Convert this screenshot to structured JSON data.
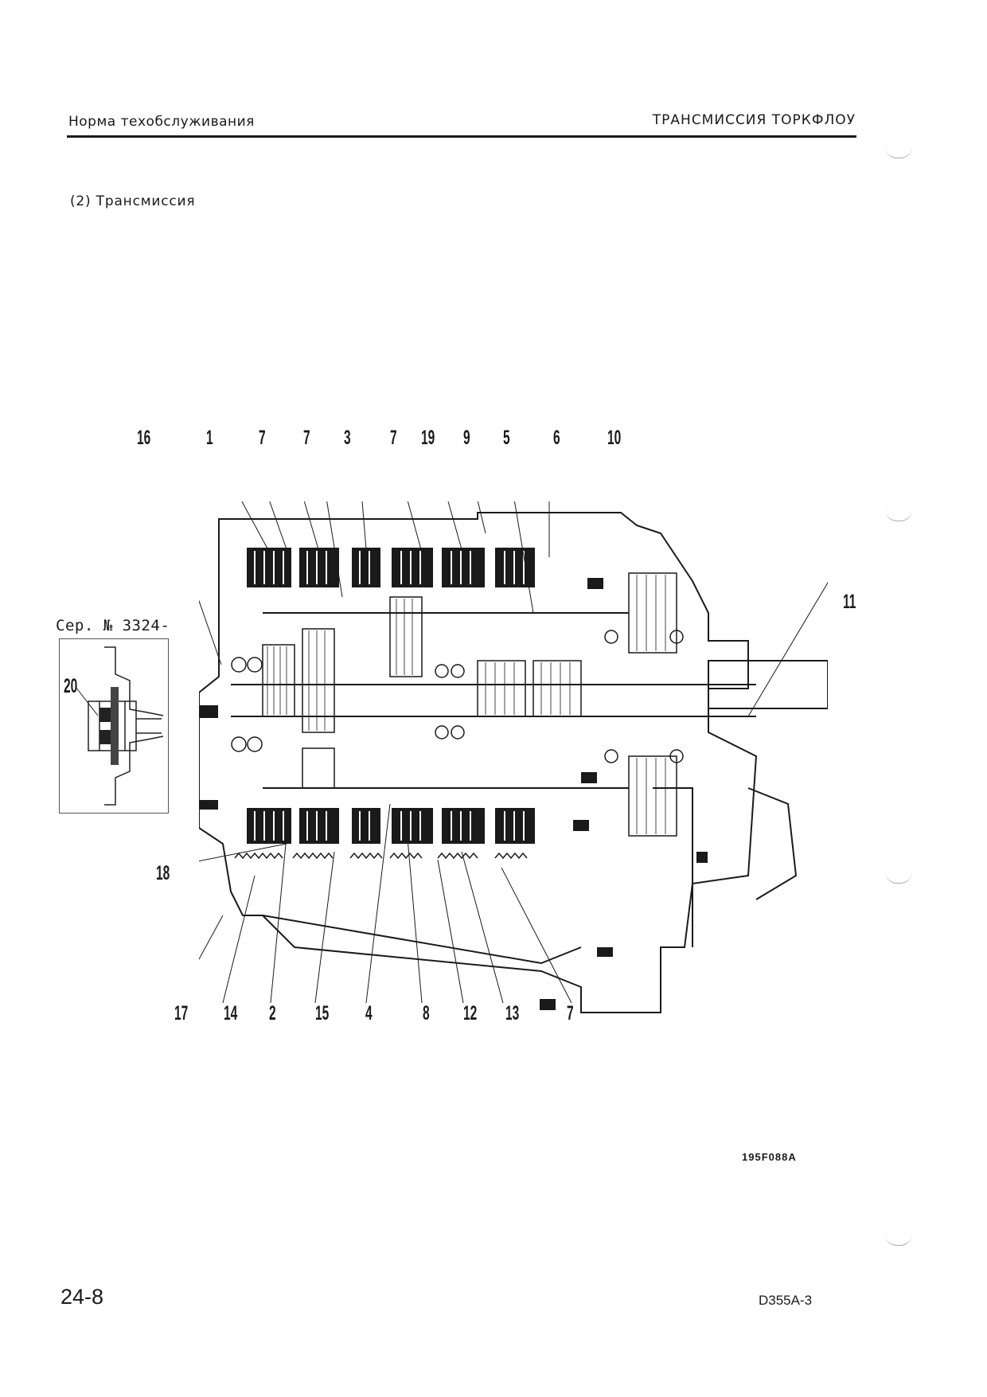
{
  "header": {
    "left_title": "Норма техобслуживания",
    "right_title": "ТРАНСМИССИЯ ТОРКФЛОУ"
  },
  "section_title": "(2) Трансмиссия",
  "serial_note": "Сер. № 3324-",
  "callouts": {
    "top": [
      "16",
      "1",
      "7",
      "7",
      "3",
      "7",
      "19",
      "9",
      "5",
      "6",
      "10"
    ],
    "right": "11",
    "left": "18",
    "inset": "20",
    "bottom": [
      "17",
      "14",
      "2",
      "15",
      "4",
      "8",
      "12",
      "13",
      "7"
    ]
  },
  "figure_code": "195F088A",
  "footer": {
    "page_number": "24-8",
    "model": "D355A-3"
  }
}
